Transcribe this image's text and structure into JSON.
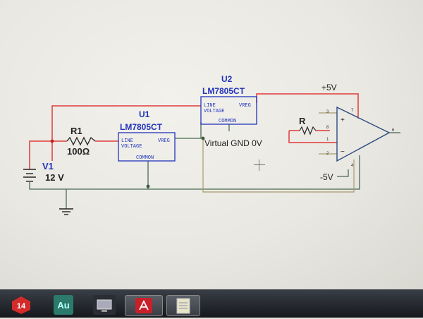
{
  "schematic": {
    "u2": {
      "ref": "U2",
      "part": "LM7805CT",
      "line1": "LINE",
      "line2": "VOLTAGE",
      "vreg": "VREG",
      "common": "COMMON"
    },
    "u1": {
      "ref": "U1",
      "part": "LM7805CT",
      "line1": "LINE",
      "line2": "VOLTAGE",
      "vreg": "VREG",
      "common": "COMMON"
    },
    "r1": {
      "ref": "R1",
      "value": "100Ω"
    },
    "r": {
      "ref": "R"
    },
    "v1": {
      "ref": "V1",
      "value": "12 V"
    },
    "labels": {
      "pos_supply": "+5V",
      "neg_supply": "-5V",
      "virtual_gnd": "Virtual GND 0V"
    },
    "opamp_pins": {
      "p3": "3",
      "p8": "8",
      "p1": "1",
      "p2": "2",
      "p6": "6",
      "p7": "7",
      "p4": "4",
      "plus": "+",
      "minus": "−"
    }
  },
  "colors": {
    "wire_red": "#e03a3a",
    "wire_dark": "#4a6a50",
    "wire_tan": "#a89a70",
    "part_blue": "#2233bb",
    "taskbar": "#1e2228"
  },
  "taskbar": {
    "items": [
      {
        "icon": "calendar-badge-icon",
        "label": "14"
      },
      {
        "icon": "audition-icon",
        "label": "Au"
      },
      {
        "icon": "monitor-icon",
        "label": ""
      },
      {
        "icon": "acrobat-icon",
        "label": ""
      },
      {
        "icon": "notepad-icon",
        "label": ""
      }
    ]
  }
}
